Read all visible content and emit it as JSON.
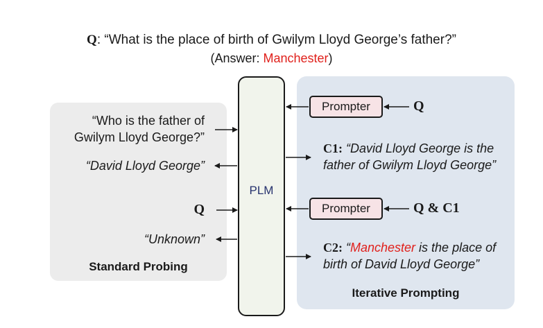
{
  "header": {
    "question_prefix": "Q",
    "question_text": ": “What is the place of birth of Gwilym Lloyd George’s father?”",
    "answer_open": "(Answer: ",
    "answer_value": "Manchester",
    "answer_close": ")"
  },
  "plm": {
    "label": "PLM"
  },
  "standard": {
    "question_line1": "“Who is the father of",
    "question_line2": "Gwilym Lloyd George?”",
    "answer1": "“David Lloyd George”",
    "q_label": "Q",
    "answer2": "“Unknown”",
    "caption": "Standard Probing"
  },
  "iterative": {
    "prompter1": "Prompter",
    "prompter1_input": "Q",
    "c1_label": "C1:",
    "c1_line1": " “David Lloyd George is the",
    "c1_line2": "father of Gwilym Lloyd George”",
    "prompter2": "Prompter",
    "prompter2_input": "Q & C1",
    "c2_label": "C2:",
    "c2_quote_open": " “",
    "c2_highlight": "Manchester",
    "c2_line1_rest": " is the place of",
    "c2_line2": "birth of David Lloyd George”",
    "caption": "Iterative Prompting"
  },
  "colors": {
    "highlight": "#e0201b",
    "plm_text": "#27336e",
    "left_panel": "#ececec",
    "right_panel": "#dfe6ef",
    "prompter_fill": "#f7e3e6",
    "plm_fill": "#f1f4ec"
  }
}
